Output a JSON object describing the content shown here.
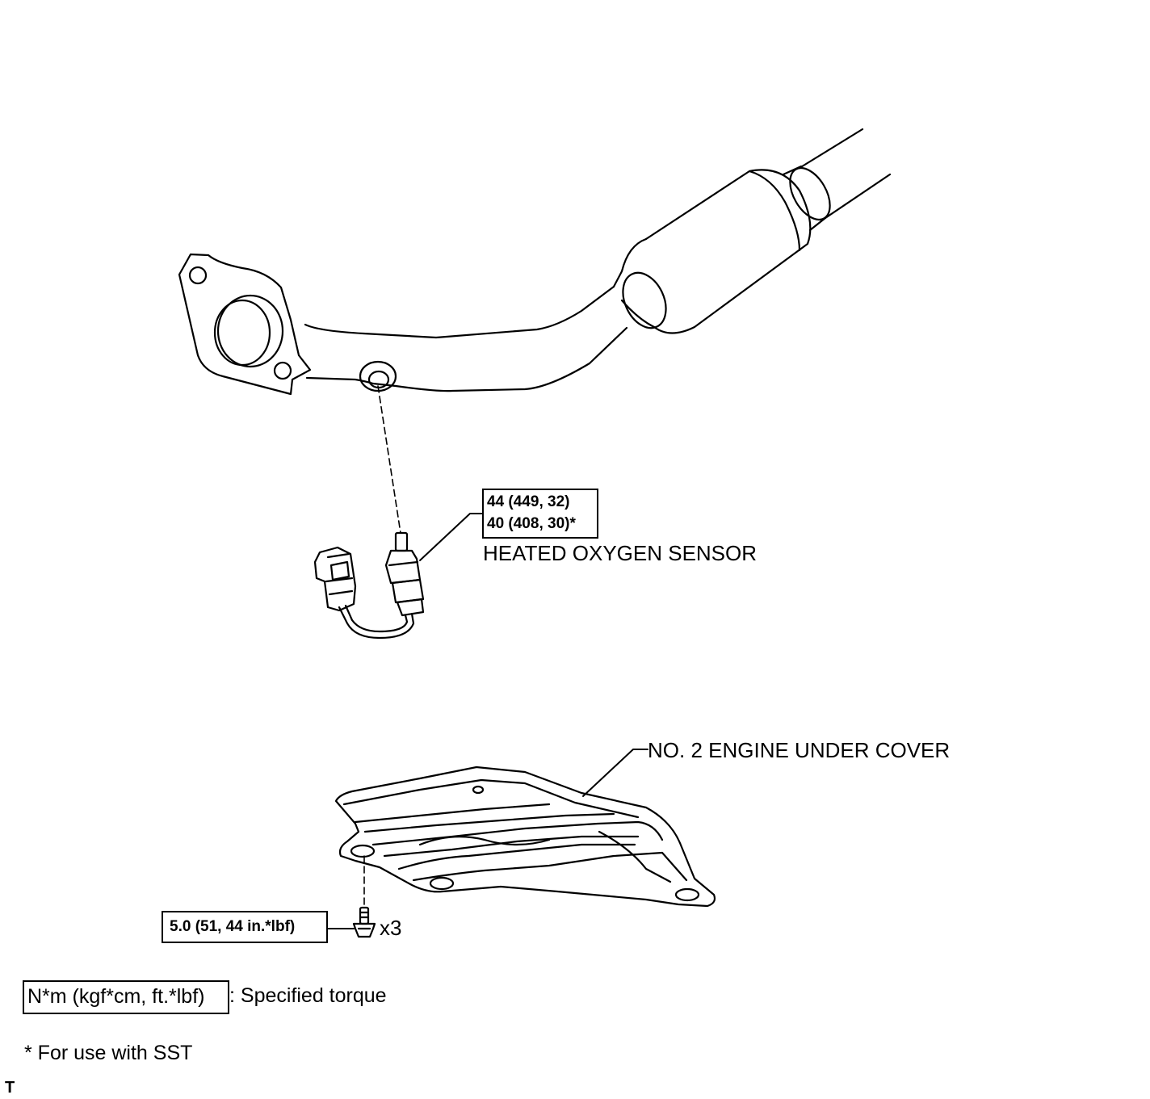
{
  "sensor": {
    "torque_line1": "44 (449, 32)",
    "torque_line2": "40 (408, 30)*",
    "label": "HEATED OXYGEN SENSOR"
  },
  "cover": {
    "label": "NO. 2 ENGINE UNDER COVER",
    "bolt_torque": "5.0 (51, 44 in.*lbf)",
    "bolt_qty": "x3"
  },
  "legend": {
    "torque_units": "N*m (kgf*cm, ft.*lbf)",
    "torque_desc": ": Specified torque",
    "sst_note": "* For use with SST"
  },
  "corner_mark": "T"
}
